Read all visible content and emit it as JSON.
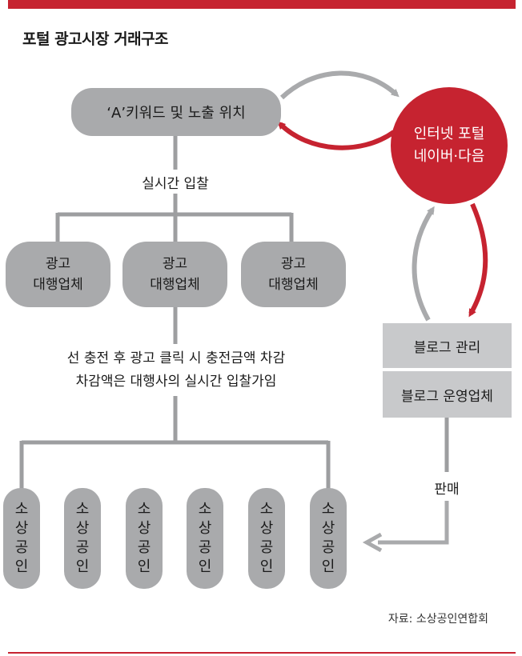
{
  "title": "포털 광고시장 거래구조",
  "keyword_box": "‘A’키워드 및 노출 위치",
  "portal": {
    "line1": "인터넷 포털",
    "line2": "네이버·다음"
  },
  "bid_label": "실시간 입찰",
  "agencies": [
    {
      "line1": "광고",
      "line2": "대행업체"
    },
    {
      "line1": "광고",
      "line2": "대행업체"
    },
    {
      "line1": "광고",
      "line2": "대행업체"
    }
  ],
  "charge_note": {
    "line1": "선 충전 후 광고 클릭 시 충전금액 차감",
    "line2": "차감액은 대행사의 실시간 입찰가임"
  },
  "blog_manage": "블로그 관리",
  "blog_operator": "블로그 운영업체",
  "sale_label": "판매",
  "small_businesses": [
    "소상공인",
    "소상공인",
    "소상공인",
    "소상공인",
    "소상공인",
    "소상공인"
  ],
  "source": "자료: 소상공인연합회",
  "colors": {
    "accent_red": "#c62330",
    "box_gray": "#a9aaac",
    "rect_gray": "#c8c9cb",
    "line_gray": "#9d9ea0"
  }
}
